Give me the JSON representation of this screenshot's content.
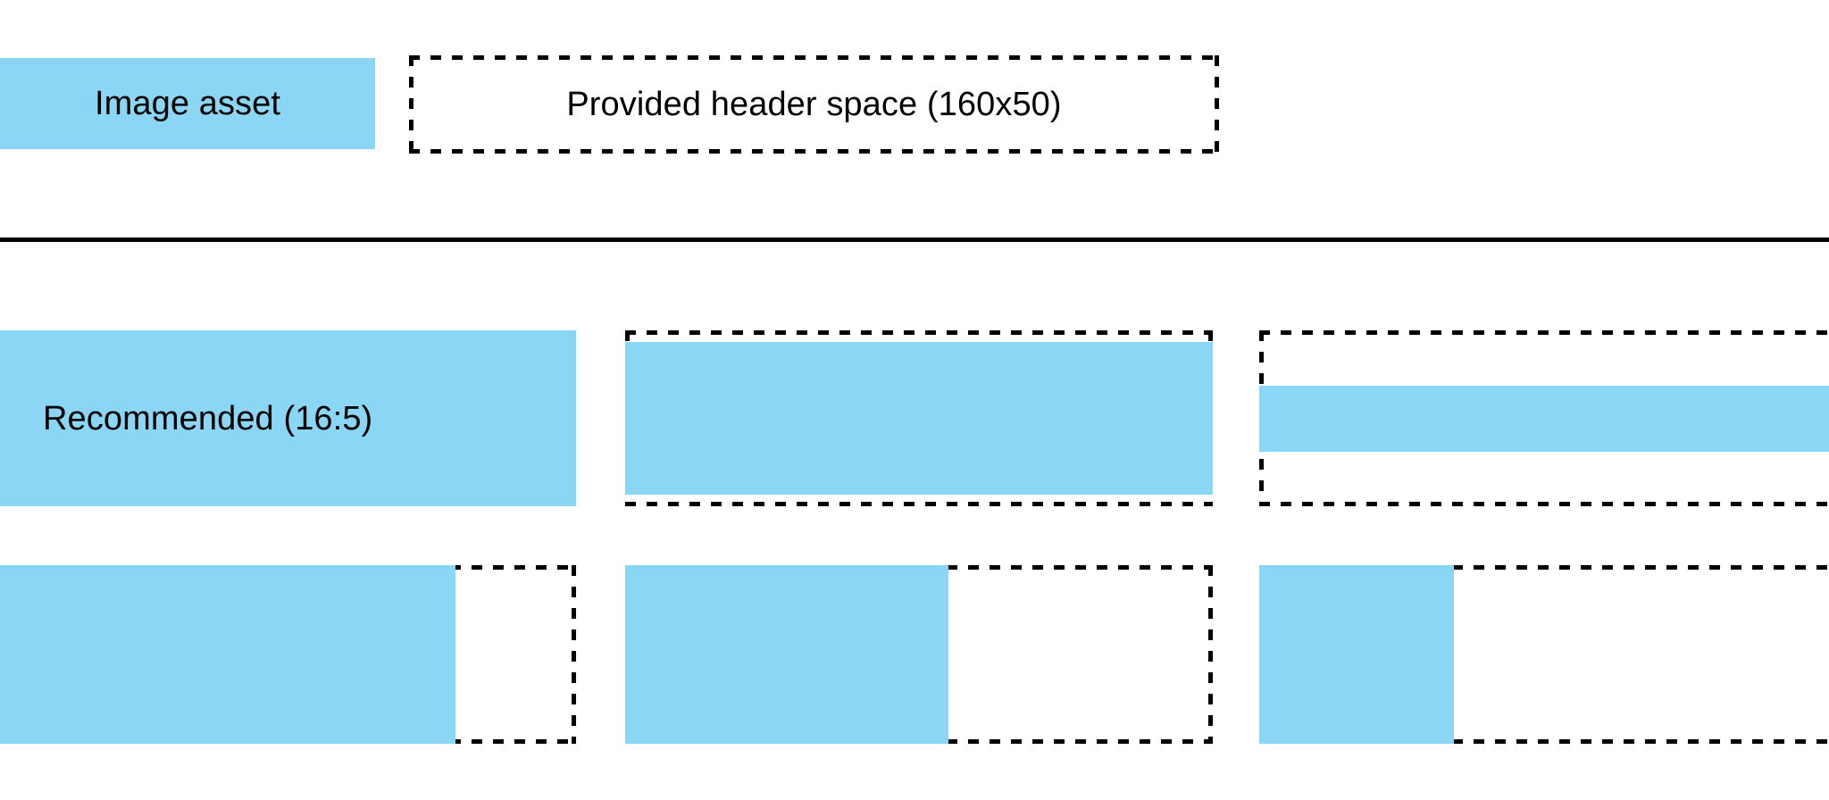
{
  "page": {
    "background": "#ffffff",
    "accent_blue": "#8BD5F5",
    "line_color": "#000000"
  },
  "legend": {
    "swatch_label": "Image asset",
    "header_space_label": "Provided header space (160x50)"
  },
  "samples": {
    "rows": [
      {
        "cells": [
          {
            "caption": "Recommended (16:5)",
            "fill_width_pct": 100,
            "fill_height_pct": 100
          },
          {
            "caption": "",
            "fill_width_pct": 100,
            "fill_height_pct": 87
          },
          {
            "caption": "",
            "fill_width_pct": 100,
            "fill_height_pct": 38
          }
        ]
      },
      {
        "cells": [
          {
            "caption": "",
            "fill_width_pct": 79,
            "fill_height_pct": 100
          },
          {
            "caption": "",
            "fill_width_pct": 55,
            "fill_height_pct": 100
          },
          {
            "caption": "",
            "fill_width_pct": 33,
            "fill_height_pct": 100
          }
        ]
      }
    ]
  }
}
